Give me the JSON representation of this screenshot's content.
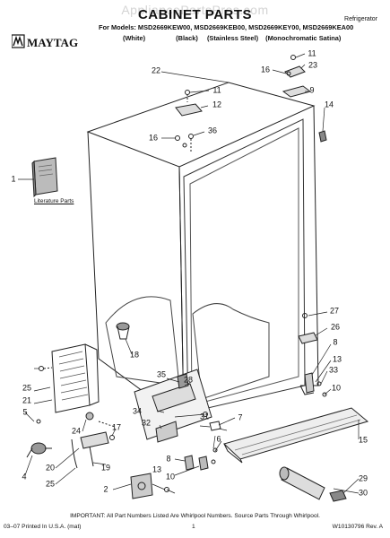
{
  "header": {
    "watermark": "AppliancePartsPros.com",
    "title": "CABINET PARTS",
    "category": "Refrigerator",
    "models_line": "For Models: MSD2669KEW00, MSD2669KEB00, MSD2669KEY00, MSD2669KEA00",
    "finishes": [
      "(White)",
      "(Black)",
      "(Stainless Steel)",
      "(Monochromatic Satina)"
    ],
    "brand": "MAYTAG"
  },
  "diagram": {
    "literature_label": "Literature Parts",
    "callouts": {
      "c1": "1",
      "c2": "2",
      "c4": "4",
      "c5": "5",
      "c6": "6",
      "c7": "7",
      "c8a": "8",
      "c8b": "8",
      "c9": "9",
      "c10a": "10",
      "c10b": "10",
      "c11a": "11",
      "c11b": "11",
      "c12": "12",
      "c13a": "13",
      "c13b": "13",
      "c14": "14",
      "c15": "15",
      "c16a": "16",
      "c16b": "16",
      "c17": "17",
      "c18": "18",
      "c19": "19",
      "c20": "20",
      "c21": "21",
      "c22": "22",
      "c23": "23",
      "c24": "24",
      "c25a": "25",
      "c25b": "25",
      "c26": "26",
      "c27": "27",
      "c28": "28",
      "c29": "29",
      "c30": "30",
      "c31": "31",
      "c32": "32",
      "c33": "33",
      "c34": "34",
      "c35": "35",
      "c36": "36"
    }
  },
  "footer": {
    "important": "IMPORTANT: All Part Numbers Listed Are Whirlpool Numbers. Source Parts Through Whirlpool.",
    "printed": "03–07 Printed In U.S.A. (mat)",
    "page": "1",
    "doc_number": "W10130796 Rev. A"
  }
}
